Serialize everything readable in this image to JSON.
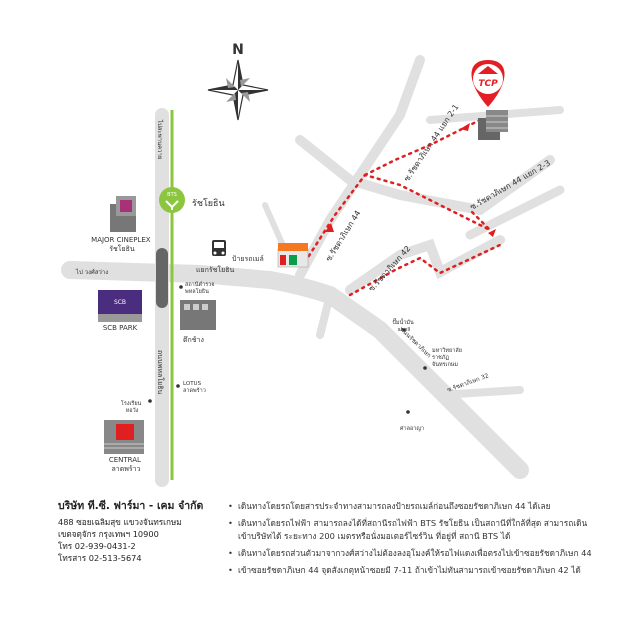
{
  "map": {
    "compass_label": "N",
    "company_logo": "TCP",
    "roads": {
      "soi_44_1": "ซ.รัชดาภิเษก 44 แยก 2-1",
      "soi_44_3": "ซ.รัชดาภิเษก 44 แยก 2-3",
      "soi_44": "ซ.รัชดาภิเษก 44",
      "soi_42": "ซ.รัชดาภิเษก 42",
      "soi_32": "ซ.รัชดาภิเษก 32",
      "ratchada": "ถนนรัชดาภิเษก",
      "ratchayothin": "แยกรัชโยธิน",
      "phahonyothin": "ถนนพหลโยธิน",
      "to_north": "ไปสะพานควาย",
      "to_west": "ไป วงศ์สว่าง"
    },
    "landmarks": {
      "bts_station": "รัชโยธิน",
      "major": "MAJOR CINEPLEX\nรัชโยธิน",
      "scb": "SCB PARK",
      "scb_logo": "SCB",
      "central": "CENTRAL\nลาดพร้าว",
      "bus": "ป้ายรถเมล์",
      "police": "สถานีตำรวจ\nพหลโยธิน",
      "tuk": "ตึกช้าง",
      "lotus": "LOTUS\nลาดพร้าว",
      "hospital": "โรงเรียน\nหอวัง",
      "shell": "ปั๊มน้ำมัน\nshell",
      "university": "มหาวิทยาลัย\nราชภัฏ\nจันทรเกษม",
      "court": "ศาลอาญา"
    },
    "colors": {
      "road": "#e0e0e0",
      "bts_line": "#8cc63f",
      "route": "#e02020",
      "pin": "#e31e24",
      "building": "#777777",
      "scb": "#4a2d7f"
    }
  },
  "company": {
    "name": "บริษัท ที.ซี. ฟาร์มา - เคม จำกัด",
    "address1": "488 ซอยเฉลิมสุข แขวงจันทรเกษม",
    "address2": "เขตจตุจักร กรุงเทพฯ 10900",
    "tel": "โทร 02-939-0431-2",
    "fax": "โทรสาร 02-513-5674"
  },
  "directions": [
    "เดินทางโดยรถโดยสารประจำทางสามารถลงป้ายรถเมล์ก่อนถึงซอยรัชดาภิเษก 44 ได้เลย",
    "เดินทางโดยรถไฟฟ้า สามารถลงได้ที่สถานีรถไฟฟ้า BTS รัชโยธิน เป็นสถานีที่ใกล้ที่สุด สามารถเดินเข้าบริษัทได้ ระยะทาง 200 เมตรหรือนั่งมอเตอร์ไซร์วิน ที่อยู่ที่ สถานี BTS ได้",
    "เดินทางโดยรถส่วนตัวมาจากวงศ์สว่างไม่ต้องลงอุโมงค์ให้รอไฟแดงเพื่อตรงไปเข้าซอยรัชดาภิเษก 44",
    "เข้าซอยรัชดาภิเษก 44 จุดสังเกตุหน้าซอยมี 7-11 ถ้าเข้าไม่ทันสามารถเข้าซอยรัชดาภิเษก 42 ได้"
  ]
}
